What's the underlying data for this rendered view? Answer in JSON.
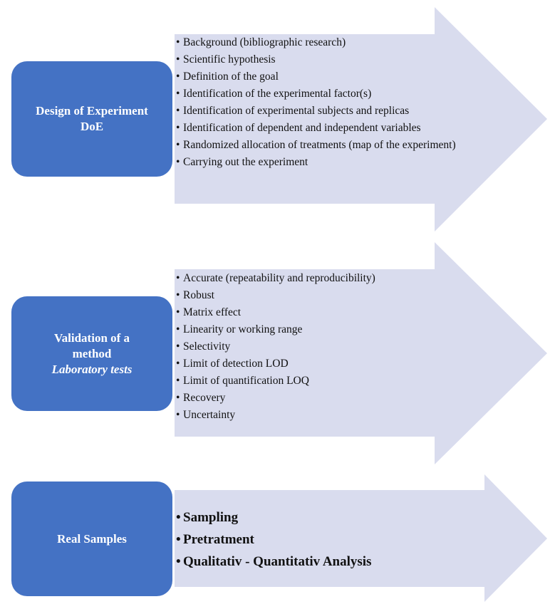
{
  "colors": {
    "box_fill": "#4472c4",
    "arrow_fill": "#d9dcee",
    "box_text": "#ffffff",
    "list_text": "#111111"
  },
  "sections": [
    {
      "title": "Design of Experiment",
      "title_line2": "DoE",
      "subtitle": "",
      "items": [
        "Background (bibliographic research)",
        "Scientific hypothesis",
        "Definition of the goal",
        "Identification of the experimental factor(s)",
        "Identification of experimental subjects and replicas",
        "Identification of dependent and independent variables",
        "Randomized allocation of treatments (map of the experiment)",
        "Carrying out the experiment"
      ]
    },
    {
      "title": "Validation of a",
      "title_line2": "method",
      "subtitle": "Laboratory tests",
      "items": [
        "Accurate (repeatability and reproducibility)",
        "Robust",
        "Matrix effect",
        "Linearity or working range",
        "Selectivity",
        "Limit of detection LOD",
        "Limit of quantification LOQ",
        "Recovery",
        "Uncertainty"
      ]
    },
    {
      "title": "Real Samples",
      "title_line2": "",
      "subtitle": "",
      "items": [
        "Sampling",
        "Pretratment",
        "Qualitativ - Quantitativ Analysis"
      ]
    }
  ]
}
